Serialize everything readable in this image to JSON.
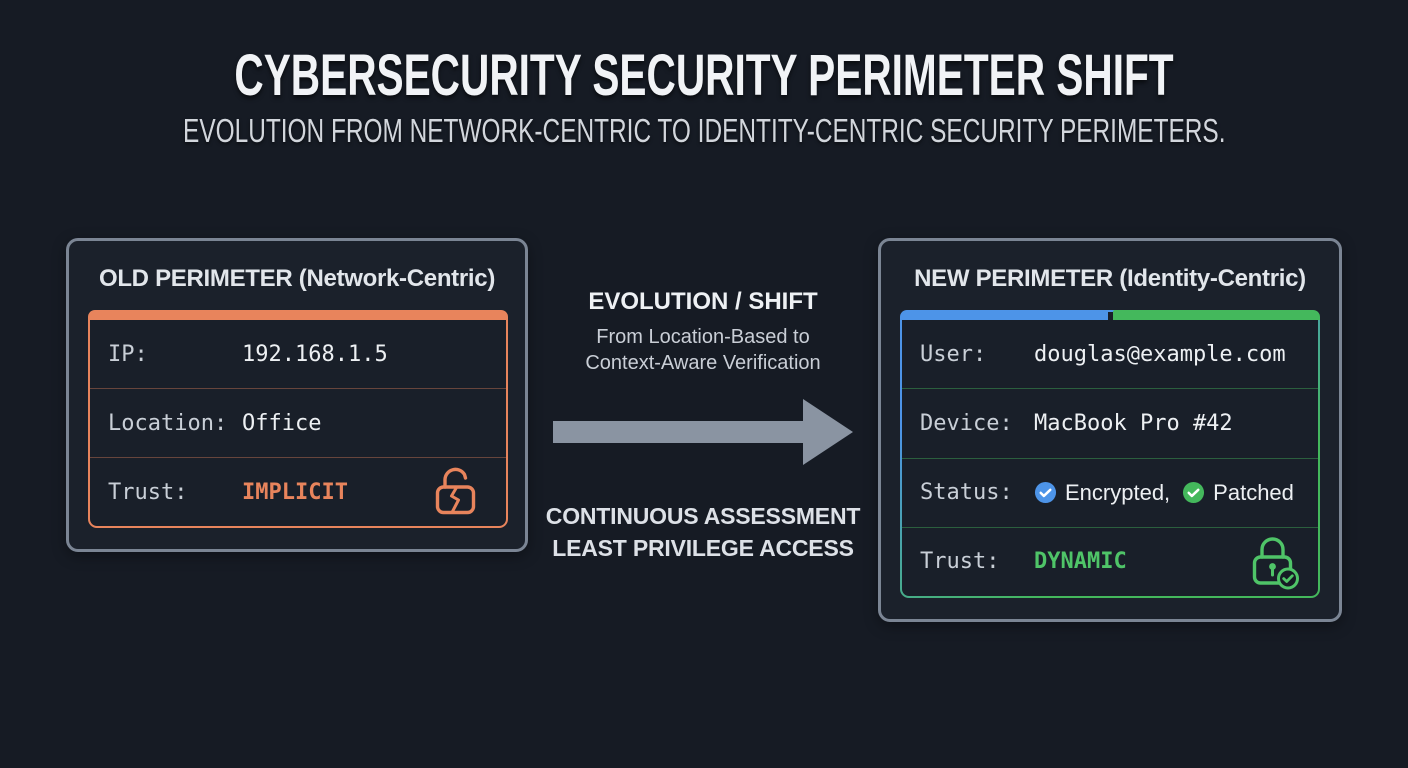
{
  "page": {
    "background_color": "#161B24",
    "title": "CYBERSECURITY SECURITY PERIMETER SHIFT",
    "subtitle": "EVOLUTION FROM NETWORK-CENTRIC TO IDENTITY-CENTRIC SECURITY PERIMETERS."
  },
  "old_perimeter": {
    "title": "OLD PERIMETER (Network-Centric)",
    "accent_color": "#E8845C",
    "rows": [
      {
        "label": "IP:",
        "value": "192.168.1.5"
      },
      {
        "label": "Location:",
        "value": "Office"
      },
      {
        "label": "Trust:",
        "value": "IMPLICIT"
      }
    ],
    "trust_icon": "broken-open-lock-icon"
  },
  "transition": {
    "heading": "EVOLUTION / SHIFT",
    "description": [
      "From Location-Based to",
      "Context-Aware Verification"
    ],
    "arrow_icon": "right-arrow-icon",
    "arrow_color": "#8A94A2",
    "footer": [
      "CONTINUOUS ASSESSMENT",
      "LEAST PRIVILEGE ACCESS"
    ]
  },
  "new_perimeter": {
    "title": "NEW PERIMETER (Identity-Centric)",
    "accent_blue": "#4D94E8",
    "accent_green": "#44B85C",
    "rows": [
      {
        "label": "User:",
        "value": "douglas@example.com"
      },
      {
        "label": "Device:",
        "value": "MacBook Pro #42"
      },
      {
        "label": "Status:",
        "badges": [
          {
            "icon": "check-circle-icon",
            "color": "#4D94E8",
            "text": "Encrypted,"
          },
          {
            "icon": "check-circle-icon",
            "color": "#44B85C",
            "text": "Patched"
          }
        ]
      },
      {
        "label": "Trust:",
        "value": "DYNAMIC"
      }
    ],
    "trust_icon": "verified-lock-icon"
  }
}
